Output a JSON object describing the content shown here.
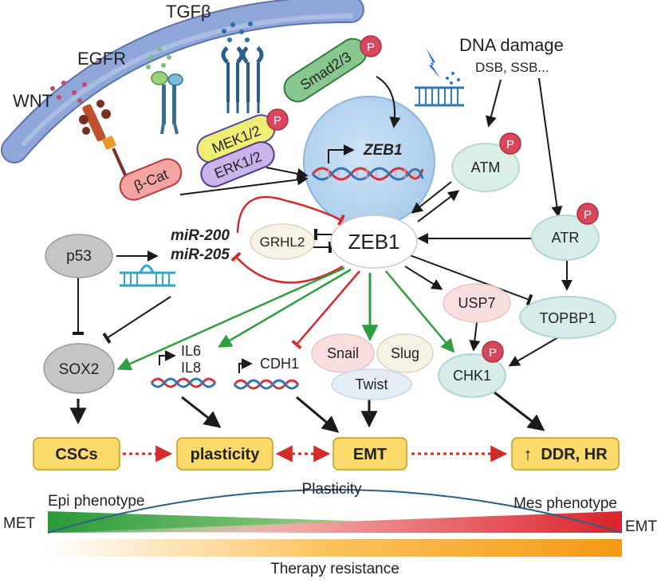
{
  "signals": {
    "wnt": "WNT",
    "egfr": "EGFR",
    "tgfb": "TGFβ",
    "dna_damage": "DNA damage",
    "dna_damage_types": "DSB, SSB..."
  },
  "nodes": {
    "smad": "Smad2/3",
    "mek": "MEK1/2",
    "erk": "ERK1/2",
    "bcat": "β-Cat",
    "zeb1_gene": "ZEB1",
    "zeb1": "ZEB1",
    "grhl2": "GRHL2",
    "atm": "ATM",
    "atr": "ATR",
    "p53": "p53",
    "mir200": "miR-200",
    "mir205": "miR-205",
    "sox2": "SOX2",
    "il6": "IL6",
    "il8": "IL8",
    "cdh1": "CDH1",
    "snail": "Snail",
    "slug": "Slug",
    "twist": "Twist",
    "usp7": "USP7",
    "chk1": "CHK1",
    "topbp1": "TOPBP1",
    "phospho": "P"
  },
  "outcomes": {
    "cscs": "CSCs",
    "plasticity": "plasticity",
    "emt": "EMT",
    "ddr": "DDR, HR",
    "ddr_arrow": "↑"
  },
  "spectrum": {
    "epi": "Epi phenotype",
    "plasticity": "Plasticity",
    "mes": "Mes phenotype",
    "met": "MET",
    "emt": "EMT",
    "therapy": "Therapy resistance"
  },
  "colors": {
    "activation": "#2e9e3e",
    "inhibition": "#d32a2a",
    "neutral": "#1a1a1a",
    "membrane": "#8fa6d8",
    "nucleus": "#b7d3ef",
    "phospho": "#d9475c",
    "outcome_box": "#f9da6b",
    "dna_red": "#d2323c",
    "dna_blue": "#2c78b5"
  }
}
